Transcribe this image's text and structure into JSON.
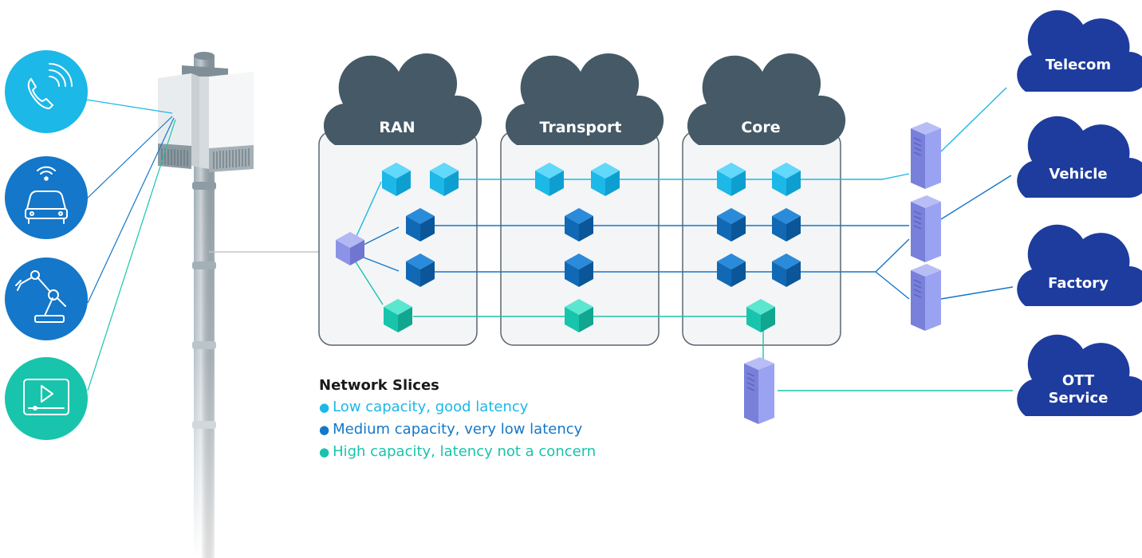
{
  "domains": {
    "ran": "RAN",
    "transport": "Transport",
    "core": "Core"
  },
  "services": {
    "telecom": "Telecom",
    "vehicle": "Vehicle",
    "factory": "Factory",
    "ott_line1": "OTT",
    "ott_line2": "Service"
  },
  "device_icons": [
    "phone-icon",
    "connected-car-icon",
    "robot-arm-icon",
    "video-play-icon"
  ],
  "legend": {
    "title": "Network Slices",
    "items": [
      {
        "label": "Low capacity, good latency",
        "color": "#1BB8E8"
      },
      {
        "label": "Medium capacity, very low latency",
        "color": "#1477C9"
      },
      {
        "label": "High capacity, latency not a concern",
        "color": "#18C4AC"
      }
    ]
  },
  "colors": {
    "slice_low": "#1BB8E8",
    "slice_medium": "#1477C9",
    "slice_high": "#18C4AC",
    "domain_cloud": "#455A66",
    "service_cloud": "#1D3C9E",
    "router": "#8C93E6",
    "server": "#8E98EE"
  }
}
